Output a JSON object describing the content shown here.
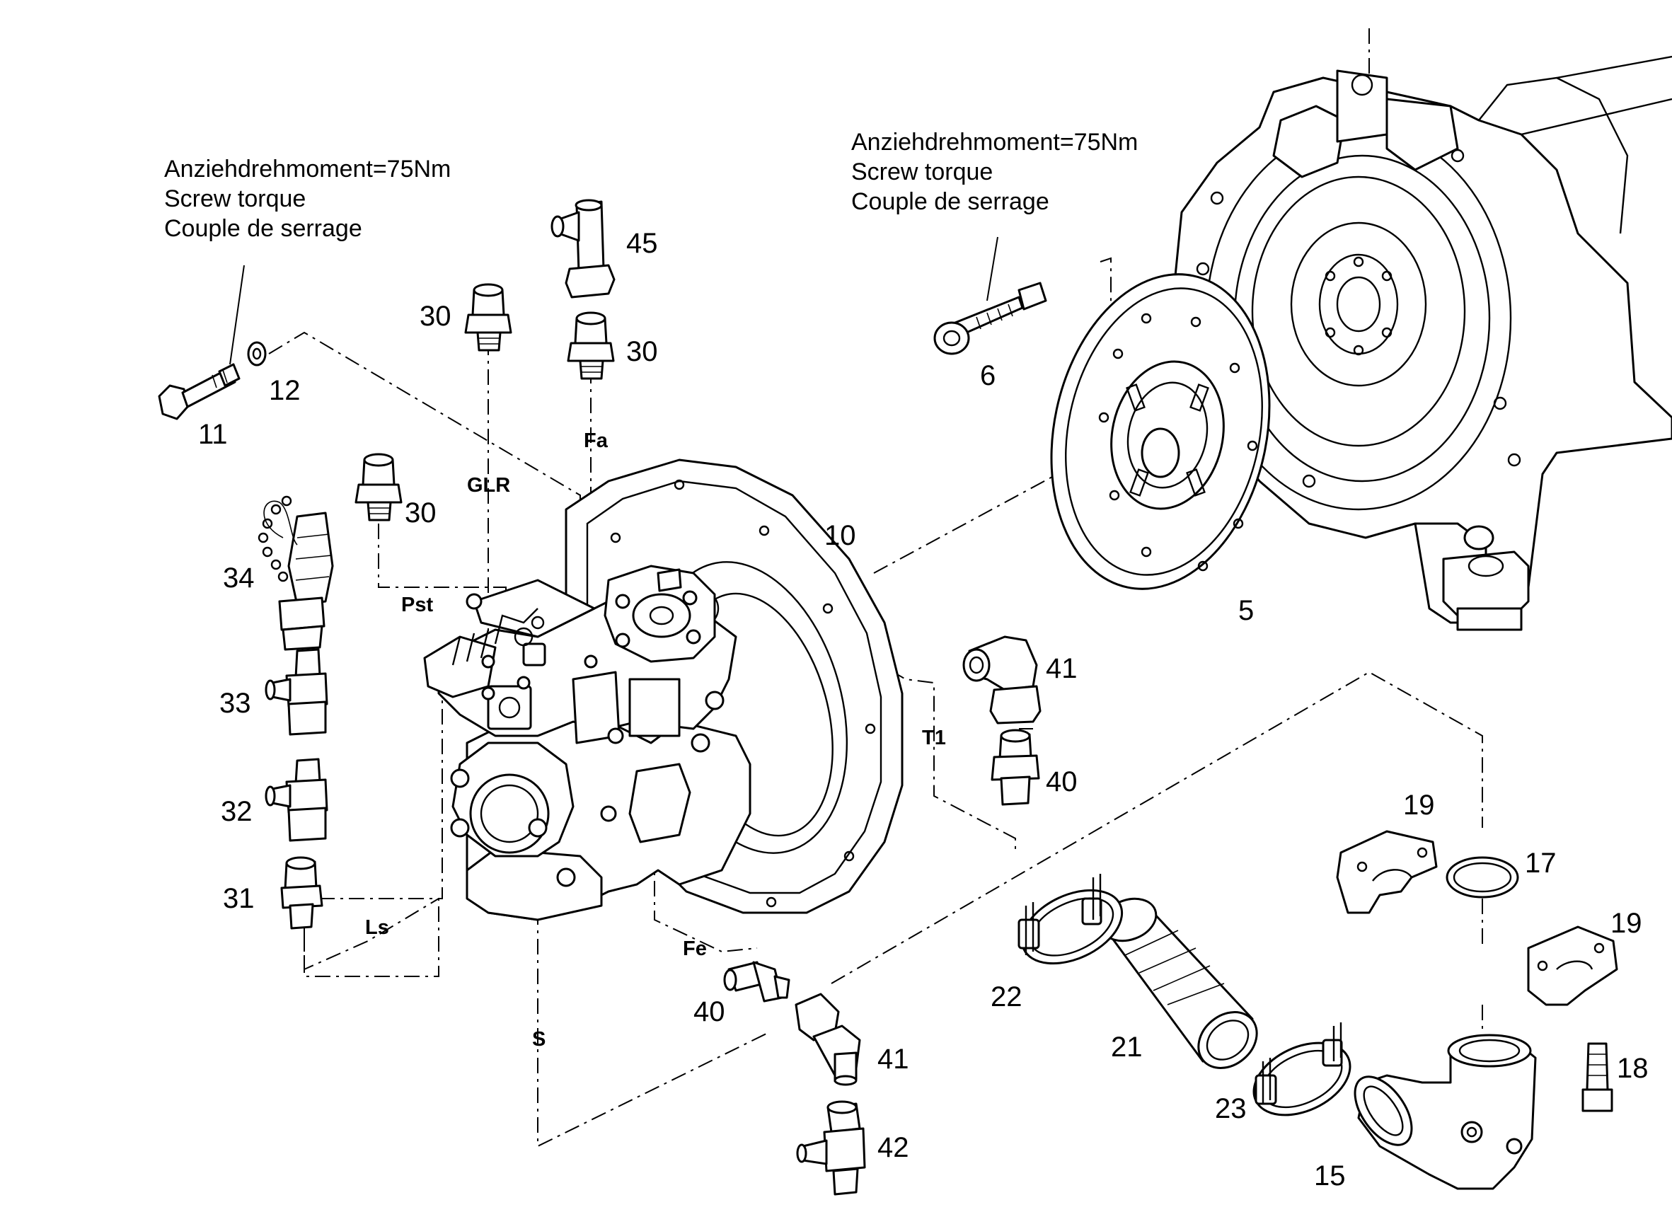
{
  "torque_note_left": {
    "line1": "Anziehdrehmoment=75Nm",
    "line2": "Screw torque",
    "line3": "Couple de serrage"
  },
  "torque_note_right": {
    "line1": "Anziehdrehmoment=75Nm",
    "line2": "Screw torque",
    "line3": "Couple de serrage"
  },
  "part_numbers": {
    "p5": "5",
    "p6": "6",
    "p10": "10",
    "p11": "11",
    "p12": "12",
    "p15": "15",
    "p17": "17",
    "p18": "18",
    "p19a": "19",
    "p19b": "19",
    "p21": "21",
    "p22": "22",
    "p23": "23",
    "p30a": "30",
    "p30b": "30",
    "p30c": "30",
    "p31": "31",
    "p32": "32",
    "p33": "33",
    "p34": "34",
    "p40a": "40",
    "p40b": "40",
    "p41a": "41",
    "p41b": "41",
    "p42": "42",
    "p45": "45"
  },
  "port_labels": {
    "fa": "Fa",
    "glr": "GLR",
    "pst": "Pst",
    "t1": "T1",
    "ls": "Ls",
    "fe": "Fe",
    "s": "S"
  },
  "colors": {
    "line": "#000000",
    "background": "#ffffff"
  }
}
